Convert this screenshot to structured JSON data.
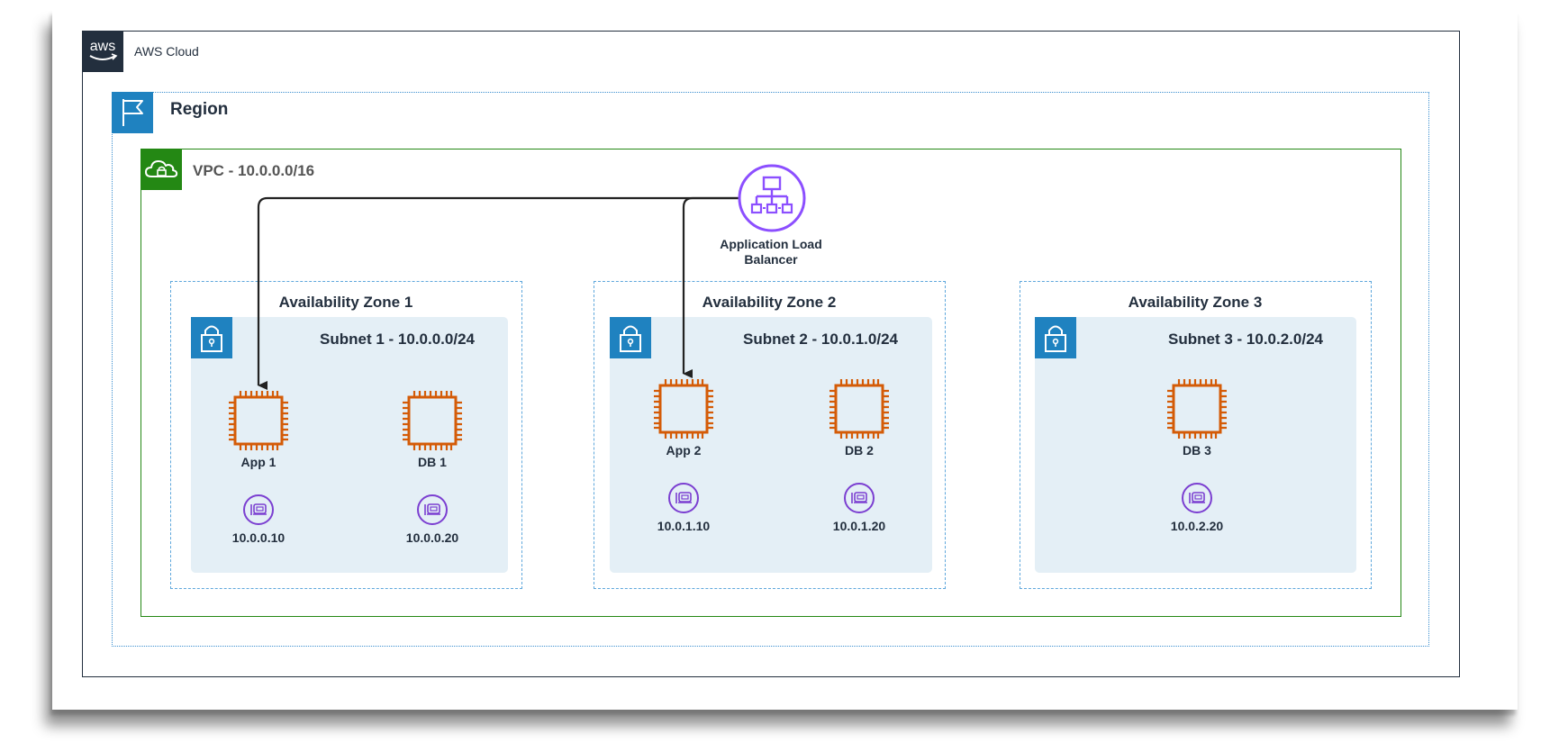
{
  "diagram": {
    "aws_cloud": {
      "label": "AWS Cloud",
      "logo_text": "aws"
    },
    "region": {
      "label": "Region"
    },
    "vpc": {
      "label": "VPC - 10.0.0.0/16"
    },
    "load_balancer": {
      "label": "Application Load Balancer"
    },
    "zones": [
      {
        "label": "Availability Zone 1",
        "subnet": "Subnet 1 - 10.0.0.0/24",
        "instances": [
          {
            "name": "App 1",
            "ip": "10.0.0.10"
          },
          {
            "name": "DB 1",
            "ip": "10.0.0.20"
          }
        ]
      },
      {
        "label": "Availability Zone 2",
        "subnet": "Subnet 2 - 10.0.1.0/24",
        "instances": [
          {
            "name": "App 2",
            "ip": "10.0.1.10"
          },
          {
            "name": "DB 2",
            "ip": "10.0.1.20"
          }
        ]
      },
      {
        "label": "Availability Zone 3",
        "subnet": "Subnet 3 - 10.0.2.0/24",
        "instances": [
          {
            "name": "DB 3",
            "ip": "10.0.2.20"
          }
        ]
      }
    ],
    "connections": [
      {
        "from": "Application Load Balancer",
        "to": "App 1"
      },
      {
        "from": "Application Load Balancer",
        "to": "App 2"
      }
    ]
  },
  "colors": {
    "aws_dark": "#232f3e",
    "region_blue": "#1f82c0",
    "vpc_green": "#248814",
    "subnet_fill": "#e4eff6",
    "ec2_orange": "#d45b07",
    "alb_purple": "#8c4fff",
    "eni_purple": "#7b3fd1"
  },
  "icons": {
    "aws_logo": "aws-logo",
    "region": "flag-icon",
    "vpc": "cloud-lock-icon",
    "subnet": "padlock-icon",
    "instance": "ec2-chip-icon",
    "eni": "network-interface-icon",
    "load_balancer": "load-balancer-icon"
  }
}
